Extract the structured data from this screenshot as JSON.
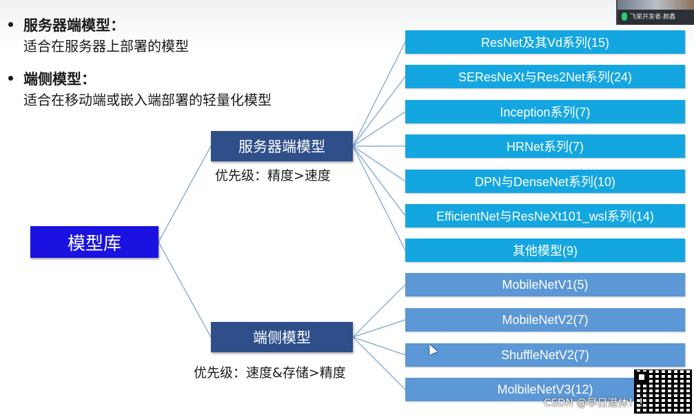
{
  "bullets": [
    {
      "title": "服务器端模型：",
      "desc": "适合在服务器上部署的模型"
    },
    {
      "title": "端侧模型：",
      "desc": "适合在移动端或嵌入端部署的轻量化模型"
    }
  ],
  "diagram": {
    "root": "模型库",
    "server": {
      "label": "服务器端模型",
      "priority": "优先级：精度>速度",
      "items": [
        "ResNet及其Vd系列(15)",
        "SEResNeXt与Res2Net系列(24)",
        "Inception系列(7)",
        "HRNet系列(7)",
        "DPN与DenseNet系列(10)",
        "EfficientNet与ResNeXt101_wsl系列(14)",
        "其他模型(9)"
      ]
    },
    "edge": {
      "label": "端侧模型",
      "priority": "优先级：速度&存储>精度",
      "items": [
        "MobileNetV1(5)",
        "MobileNetV2(7)",
        "ShuffleNetV2(7)",
        "MolbileNetV3(12)"
      ]
    }
  },
  "overlay": {
    "webcam_label": "飞桨开发者-颜鑫",
    "watermark": "CSDN @早日退休！！"
  },
  "colors": {
    "root": "#1a12e0",
    "branch": "#2f4f8a",
    "server_leaf": "#14a6e0",
    "edge_leaf": "#5c97d6",
    "connector": "#8fb0d4"
  }
}
